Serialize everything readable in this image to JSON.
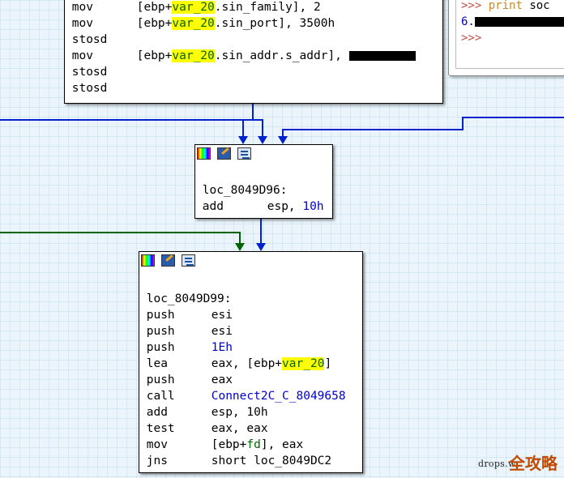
{
  "blocks": {
    "top": {
      "lines": [
        {
          "mnemonic": "mov",
          "pre": "[ebp+",
          "var": "var_20",
          "post": ".sin_family], 2",
          "tail": ""
        },
        {
          "mnemonic": "mov",
          "pre": "[ebp+",
          "var": "var_20",
          "post": ".sin_port], ",
          "tail": "3500h"
        },
        {
          "mnemonic": "stosd",
          "pre": "",
          "var": "",
          "post": "",
          "tail": ""
        },
        {
          "mnemonic": "mov",
          "pre": "[ebp+",
          "var": "var_20",
          "post": ".sin_addr.s_addr], ",
          "tail": ""
        },
        {
          "mnemonic": "stosd",
          "pre": "",
          "var": "",
          "post": "",
          "tail": ""
        },
        {
          "mnemonic": "stosd",
          "pre": "",
          "var": "",
          "post": "",
          "tail": ""
        }
      ]
    },
    "mid": {
      "label": "loc_8049D96:",
      "instr": {
        "mnemonic": "add",
        "op1": "esp, ",
        "op2": "10h"
      }
    },
    "bottom": {
      "label": "loc_8049D99:",
      "lines": [
        {
          "mnemonic": "push",
          "operand": "esi"
        },
        {
          "mnemonic": "push",
          "operand": "esi"
        },
        {
          "mnemonic": "push",
          "operand": "1Eh"
        },
        {
          "mnemonic": "lea",
          "operand_pre": "eax, [ebp+",
          "operand_var": "var_20",
          "operand_post": "]"
        },
        {
          "mnemonic": "push",
          "operand": "eax"
        },
        {
          "mnemonic": "call",
          "operand": "Connect2C_C_8049658"
        },
        {
          "mnemonic": "add",
          "operand": "esp, 10h"
        },
        {
          "mnemonic": "test",
          "operand": "eax, eax"
        },
        {
          "mnemonic": "mov",
          "operand_pre": "[ebp+",
          "operand_var": "fd",
          "operand_post": "], eax"
        },
        {
          "mnemonic": "jns",
          "operand": "short loc_8049DC2"
        }
      ]
    }
  },
  "console": {
    "prompt": ">>>",
    "cmd1_kw": "print",
    "cmd1_rest": " soc",
    "output": "6.",
    "prompt2": ">>>"
  },
  "watermark": "drops.w",
  "logo": "全攻略",
  "colors": {
    "edge_blue": "#0022cc",
    "edge_green": "#006400",
    "arrow_red": "#e0101a"
  }
}
